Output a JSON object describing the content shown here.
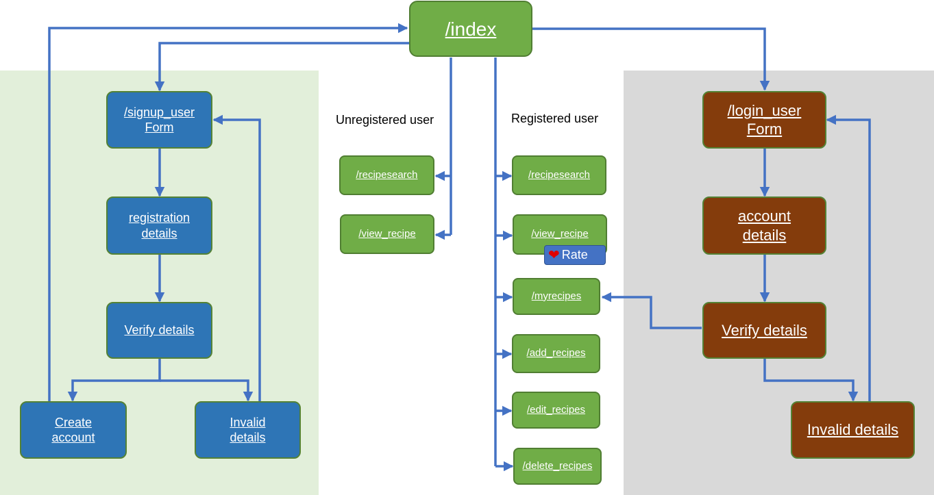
{
  "colors": {
    "connector": "#4472c4",
    "left_panel": "#e2efda",
    "right_panel": "#d9d9d9",
    "blue_box": "#2e75b6",
    "green_box": "#70ad47",
    "brown_box": "#843c0c"
  },
  "index": "/index",
  "signup": {
    "form": [
      "/signup_user",
      "Form"
    ],
    "registration": [
      "registration",
      "details"
    ],
    "verify": "Verify details",
    "create": [
      "Create",
      "account"
    ],
    "invalid": [
      "Invalid",
      "details"
    ]
  },
  "unregistered": {
    "heading": "Unregistered user",
    "routes": [
      "/recipesearch",
      "/view_recipe"
    ]
  },
  "registered": {
    "heading": "Registered user",
    "routes": [
      "/recipesearch",
      "/view_recipe",
      "/myrecipes",
      "/add_recipes",
      "/edit_recipes",
      "/delete_recipes"
    ],
    "rate_label": "Rate",
    "rate_icon": "heart-icon"
  },
  "login": {
    "form": [
      "/login_user",
      "Form"
    ],
    "account": [
      "account",
      "details"
    ],
    "verify": "Verify details",
    "invalid": "Invalid details"
  }
}
